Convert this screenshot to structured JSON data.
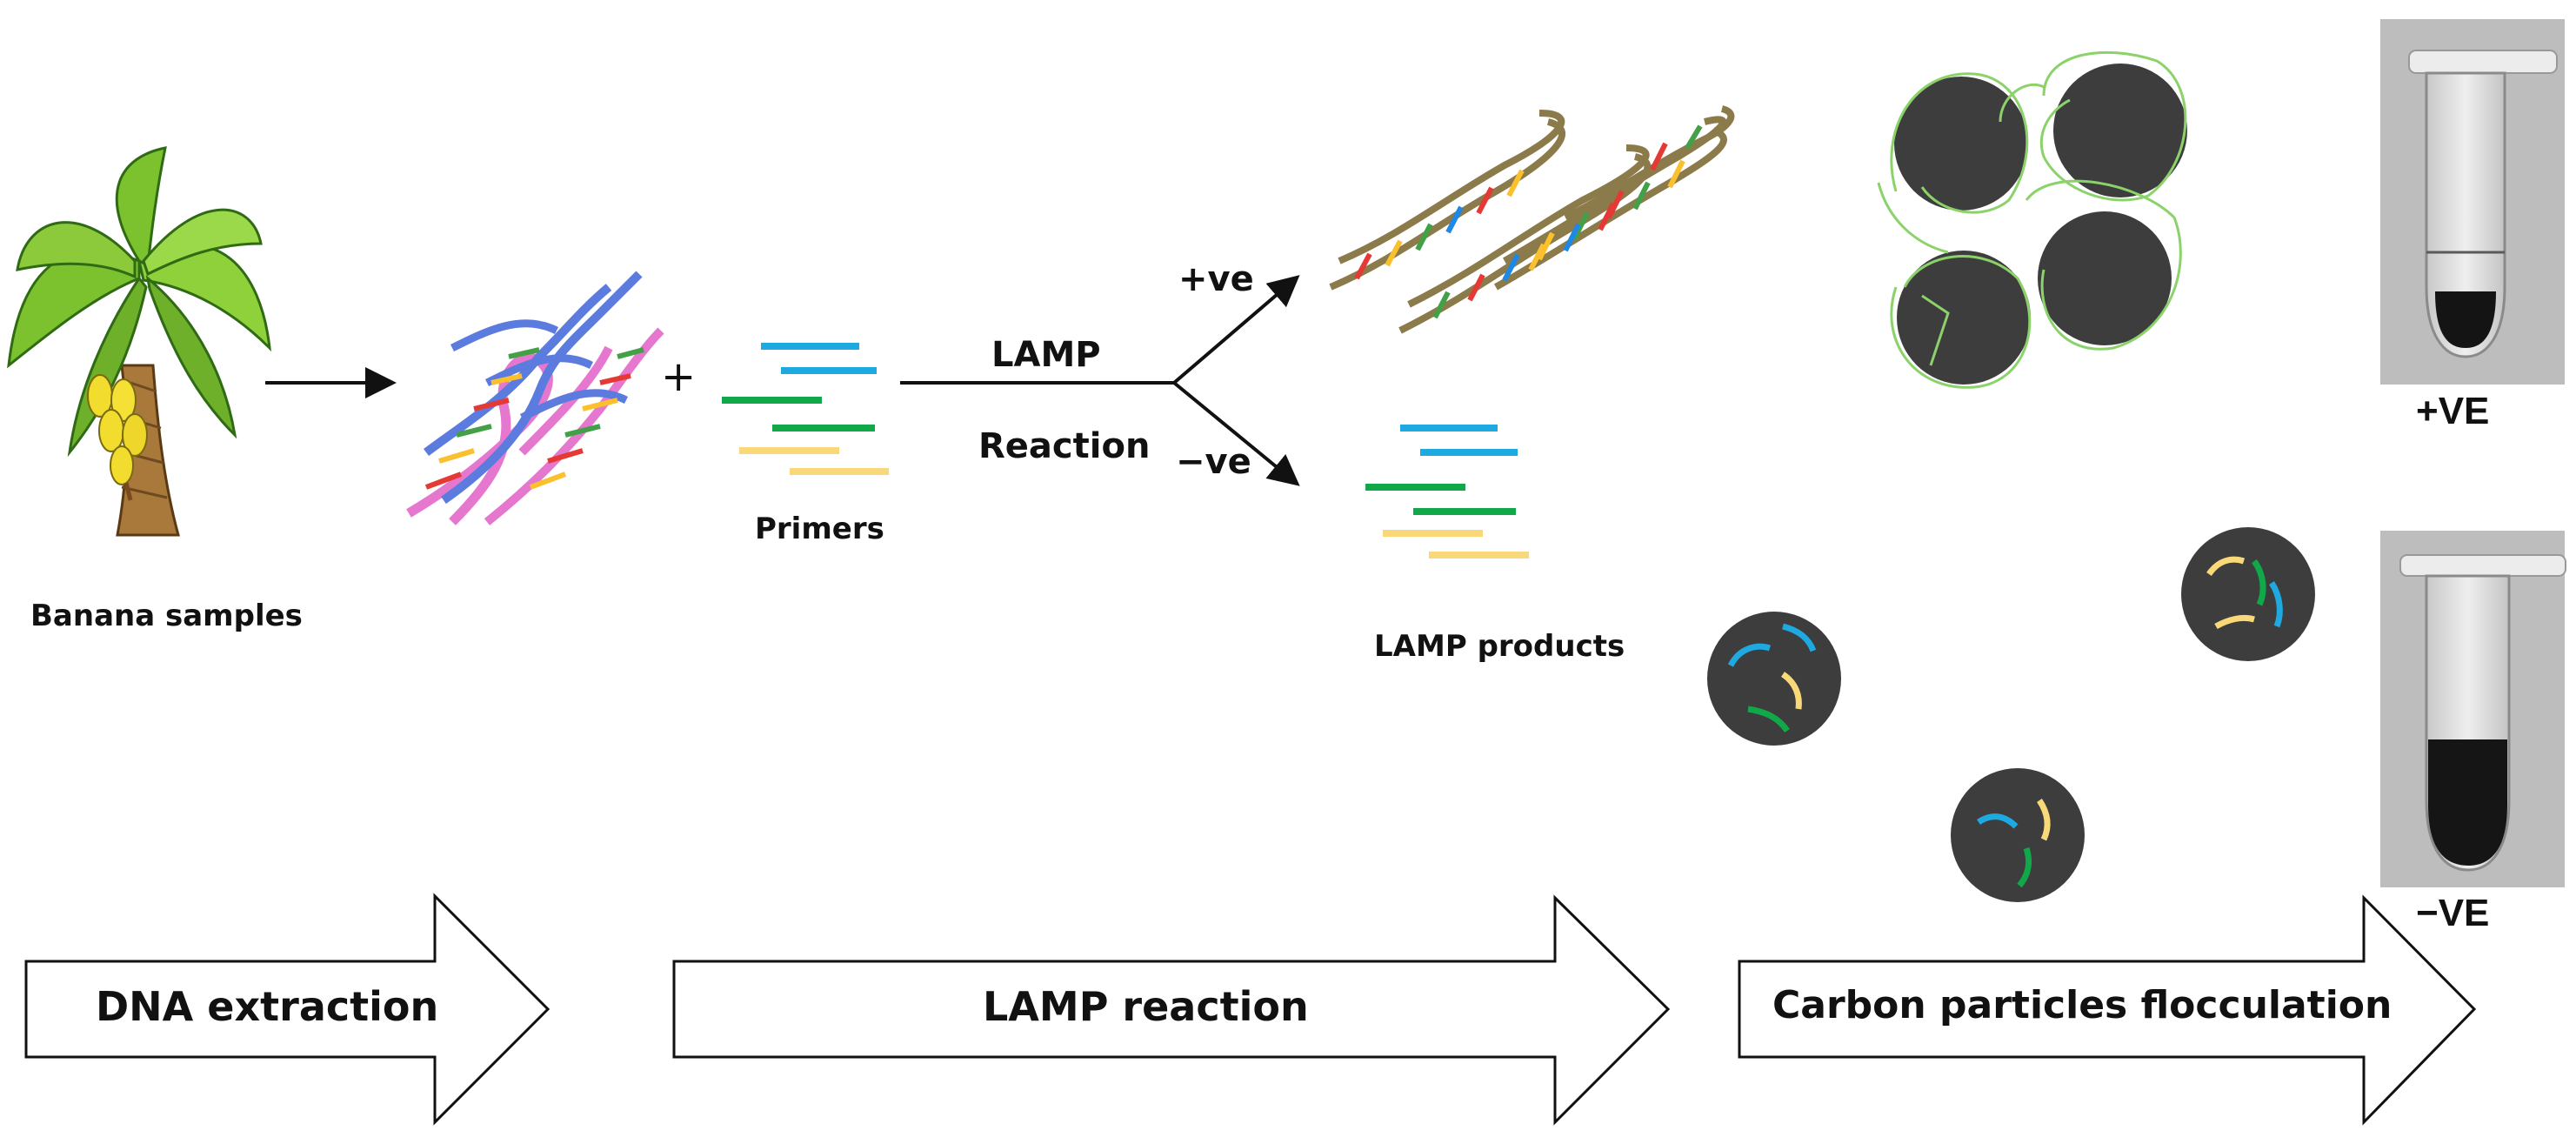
{
  "labels": {
    "banana_samples": "Banana samples",
    "plus": "+",
    "primers": "Primers",
    "lamp": "LAMP",
    "reaction": "Reaction",
    "pos_branch": "+ve",
    "neg_branch": "−ve",
    "lamp_products": "LAMP products",
    "tube_pos": "+VE",
    "tube_neg": "−VE"
  },
  "steps": [
    {
      "label": "DNA extraction"
    },
    {
      "label": "LAMP reaction"
    },
    {
      "label": "Carbon particles flocculation"
    }
  ],
  "colors": {
    "carbon_particle": "#3d3d3d",
    "primer_blue": "#1fa9e1",
    "primer_green": "#11a84a",
    "primer_yellow": "#f8d878",
    "dna_coat": "#8bd26a"
  }
}
